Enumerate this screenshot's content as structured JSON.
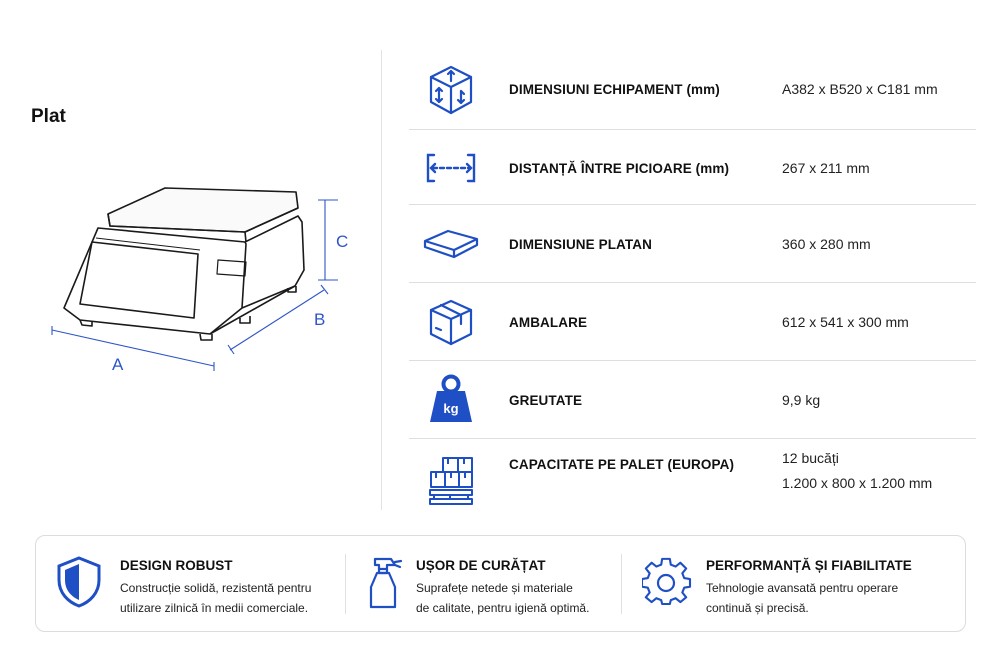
{
  "model": "Plat",
  "dimension_labels": {
    "a": "A",
    "b": "B",
    "c": "C"
  },
  "specs": [
    {
      "icon": "box-dimensions-icon",
      "label": "DIMENSIUNI ECHIPAMENT (mm)",
      "value": "A382 x B520 x C181 mm"
    },
    {
      "icon": "leg-distance-icon",
      "label": "DISTANȚĂ ÎNTRE PICIOARE (mm)",
      "value": "267 x 211 mm"
    },
    {
      "icon": "platter-icon",
      "label": "DIMENSIUNE PLATAN",
      "value": "360 x 280 mm"
    },
    {
      "icon": "package-icon",
      "label": "AMBALARE",
      "value": "612 x 541 x 300 mm"
    },
    {
      "icon": "weight-kg-icon",
      "label": "GREUTATE",
      "value": "9,9 kg",
      "icon_text": "kg"
    },
    {
      "icon": "pallet-icon",
      "label": "CAPACITATE PE PALET (EUROPA)",
      "value": "12 bucăți",
      "value2": "1.200 x 800 x 1.200 mm"
    }
  ],
  "features": [
    {
      "icon": "shield-icon",
      "title": "DESIGN ROBUST",
      "line1": "Construcție solidă, rezistentă pentru",
      "line2": "utilizare zilnică în medii comerciale."
    },
    {
      "icon": "spray-bottle-icon",
      "title": "UȘOR DE CURĂȚAT",
      "line1": "Suprafețe netede și materiale",
      "line2": "de calitate, pentru igienă optimă."
    },
    {
      "icon": "gear-icon",
      "title": "PERFORMANȚĂ ȘI FIABILITATE",
      "line1": "Tehnologie avansată pentru operare",
      "line2": "continuă și precisă."
    }
  ],
  "colors": {
    "accent": "#1f4fc4",
    "accent_light": "#3b6fe0",
    "divider": "#dedede",
    "text": "#111111"
  }
}
